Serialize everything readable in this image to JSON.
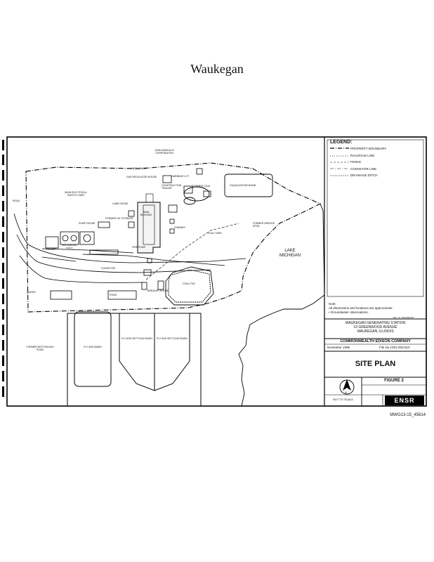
{
  "page": {
    "title": "Waukegan"
  },
  "legend": {
    "heading": "LEGEND:",
    "items": [
      "PROPERTY BOUNDARY",
      "RAILROAD LINE",
      "FENCE",
      "CONVEYOR LINE",
      "DRAINAGE DITCH"
    ]
  },
  "notes": {
    "heading": "Note:",
    "lines": [
      "All dimensions and locations are approximate.",
      "• Groundwater observations."
    ],
    "credit": "Rev. no. WAUKEGAN"
  },
  "titleblock": {
    "station": "WAUKEGAN GENERATING STATION",
    "address": "10 GREENWOOD AVENUE",
    "city": "WAUKEGAN, ILLINOIS",
    "company": "COMMONWEALTH EDISON COMPANY",
    "date": "November 1998",
    "file": "File No 1001-003-610",
    "plan": "SITE PLAN",
    "figure": "FIGURE 2",
    "scale": "NOT TO SCALE",
    "logo": "ENSR",
    "north": "N"
  },
  "map_labels": {
    "lake": [
      "LAKE",
      "MICHIGAN"
    ],
    "john_manville": "JOHN MANVILLE CORPORATION",
    "gate_house": "GATE HOUSE",
    "gas_regulator": "GAS REGULATOR HOUSE",
    "garbage_lot": "GARBAGE LOT",
    "former_coal": "FORMER COAL",
    "main_electrical": "MAIN ELECTRICAL SWITCH YARD",
    "main_building": "MAIN BUILDING",
    "lube_house": "LUBE HOUSE",
    "former_oil": "FORMER OIL STORAGE",
    "pump_house": "PUMP HOUSE",
    "wastewater": "WASTEWATER BASIN",
    "coal_pile": "COAL PILE",
    "ash_basin": "FLY ASH BASIN",
    "ash_settling": "FLY ASH SETTLING BASIN",
    "former_bottom_ash": "FORMER BOTTOM ASH POND",
    "equalization": "EQUALIZATION BASIN",
    "chimney": "CHIMNEY",
    "coal_yard": "COAL YARD",
    "former_dredge": "FORMER DREDGE SPOIL",
    "conveyor": "CONVEYOR",
    "pond": "POND",
    "breaker": "BREAKER HOUSE",
    "construction": "CONSTRUCTION TRAILER",
    "oil_ast": "OIL AST",
    "marsh": "MARSH",
    "fire": "FIRE PUMP",
    "road": "ROAD"
  },
  "footer": {
    "code": "MWG13-15_45814"
  }
}
